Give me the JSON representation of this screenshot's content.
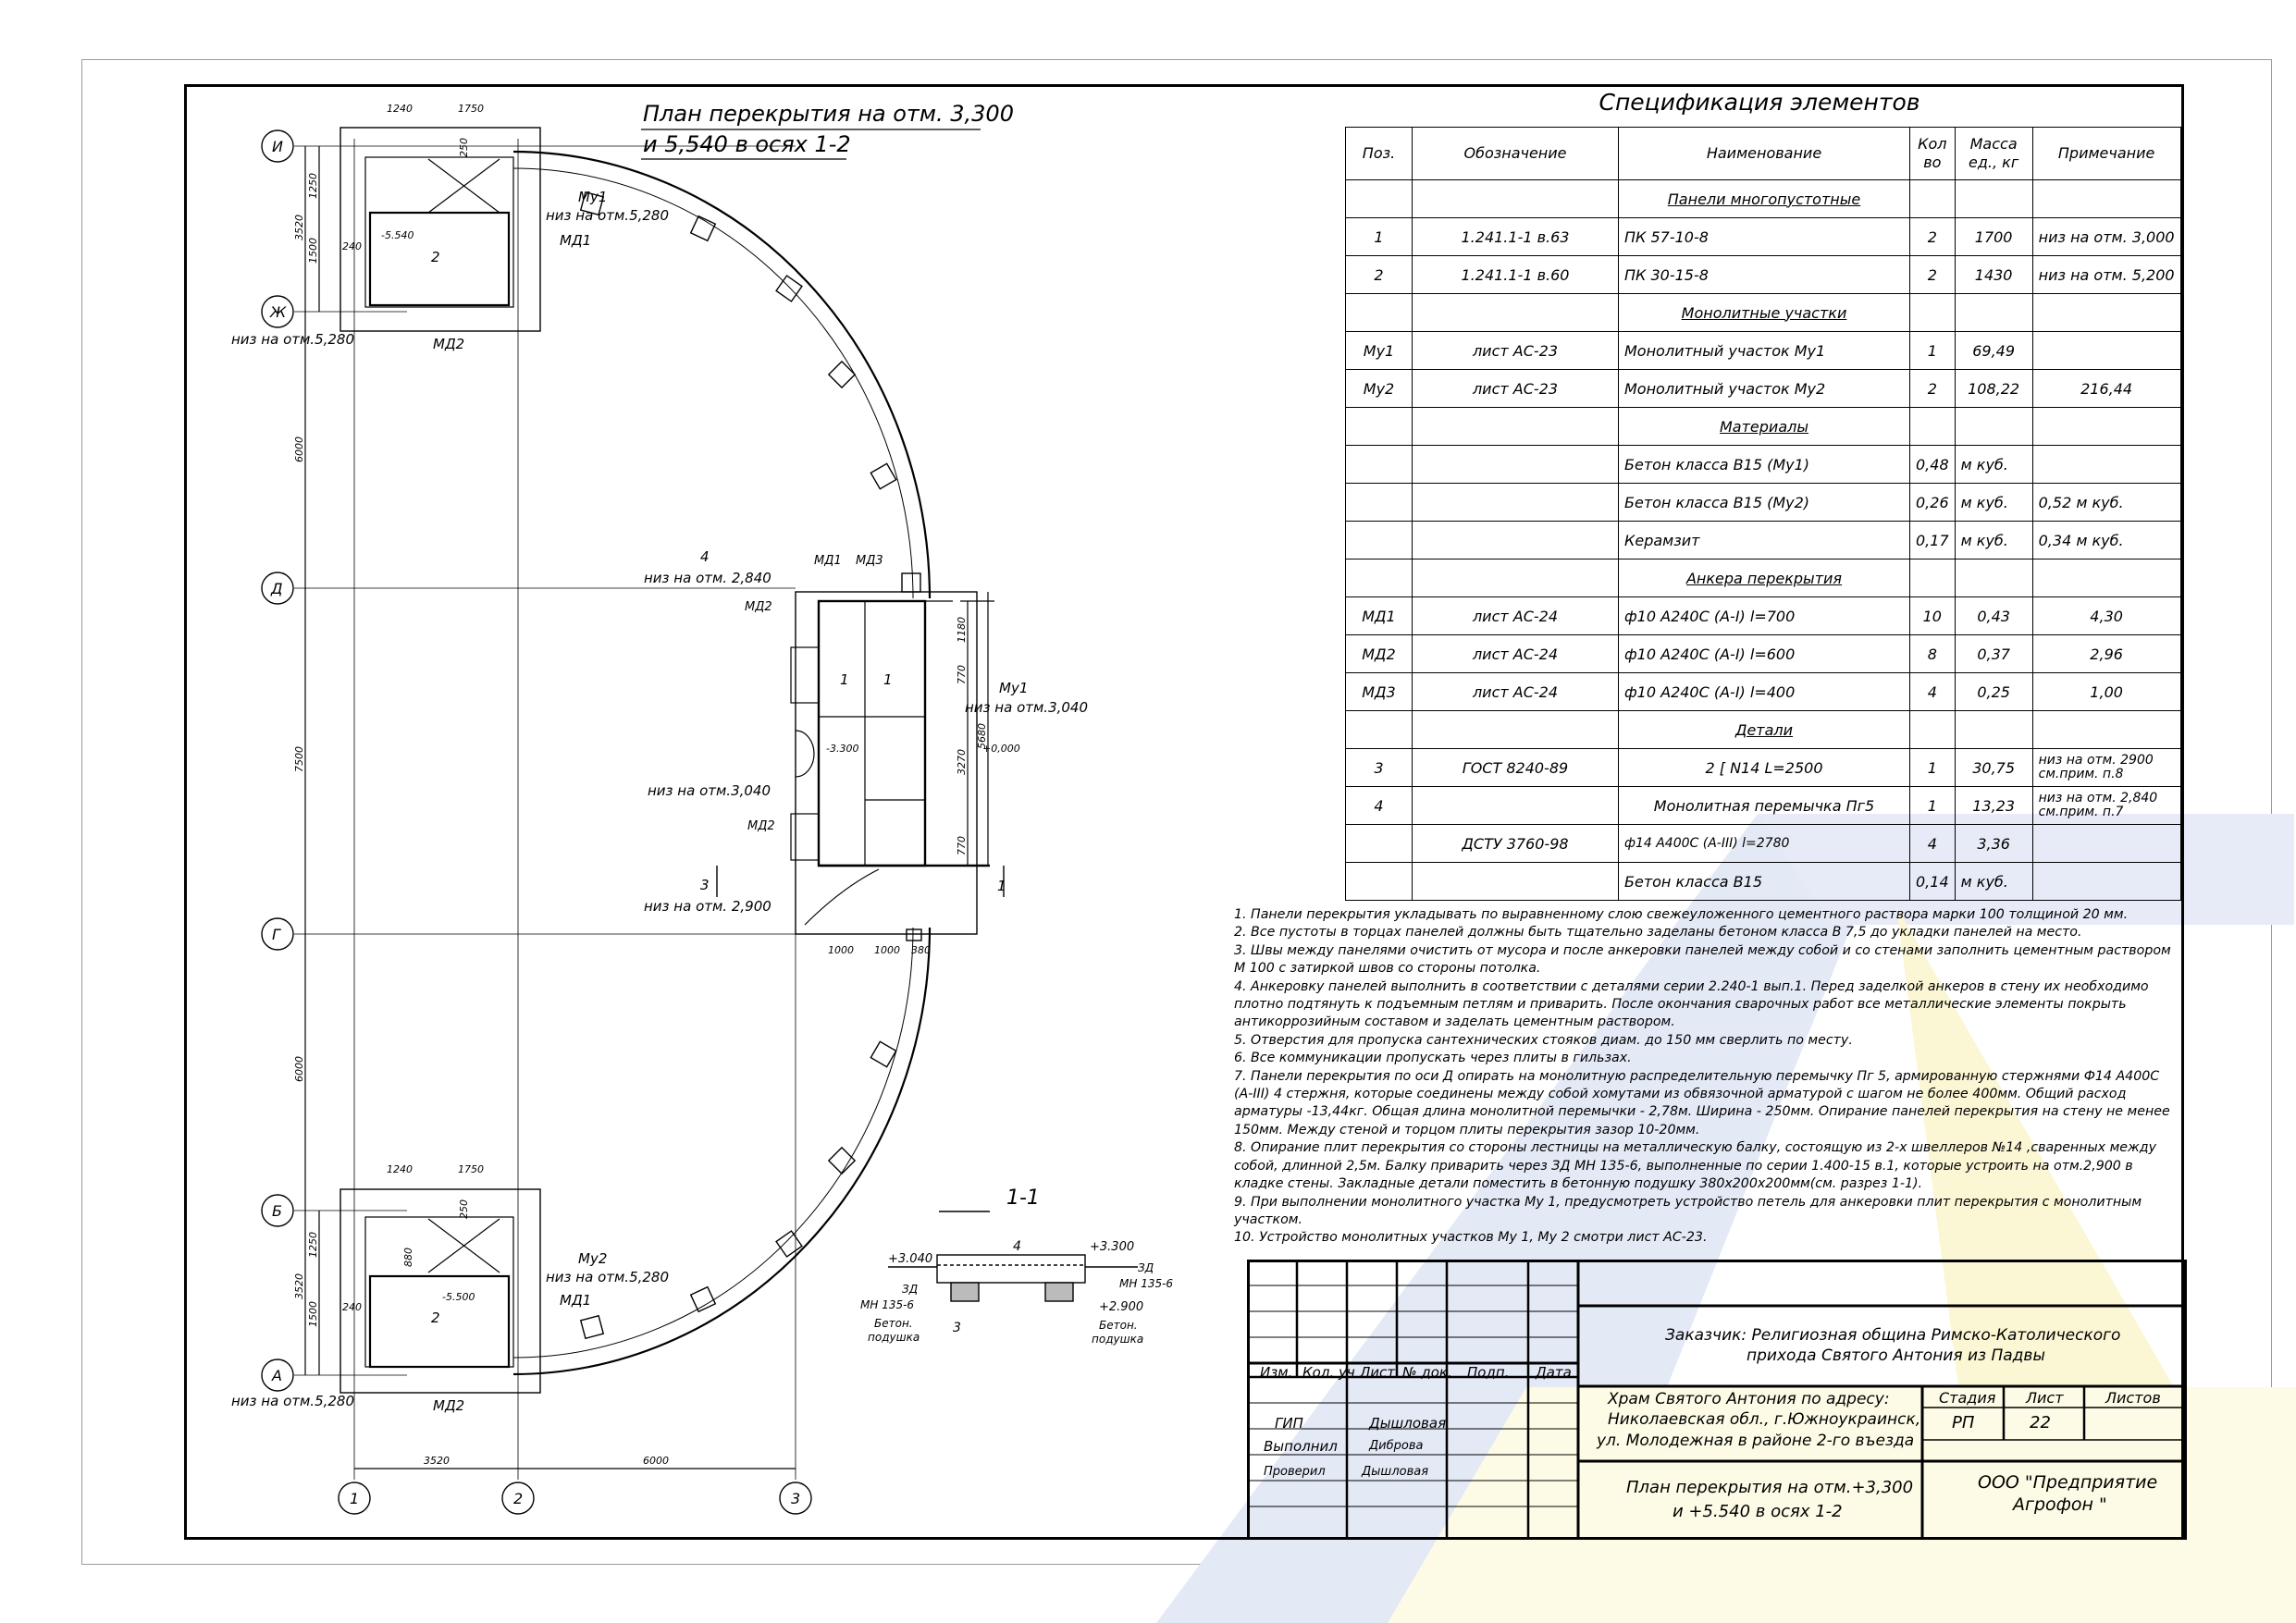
{
  "plan": {
    "title_line1": "План перекрытия на отм. 3,300",
    "title_line2": "и 5,540 в осях 1-2",
    "axes_letters": [
      "И",
      "Ж",
      "Д",
      "Г",
      "Б",
      "А"
    ],
    "axes_numbers": [
      "1",
      "2",
      "3"
    ],
    "dims_vertical": [
      "1250",
      "3520",
      "1500",
      "6000",
      "7500",
      "6000",
      "1250",
      "3520",
      "1500"
    ],
    "dims_horizontal": [
      "1240",
      "1750",
      "1240",
      "1750",
      "3520",
      "6000",
      "1000",
      "1000",
      "380",
      "240",
      "240",
      "250",
      "250",
      "1180",
      "770",
      "3270",
      "770",
      "5680",
      "880"
    ],
    "labels": {
      "mu1_top": "Му1",
      "niz_5280_a": "низ на отм.5,280",
      "md1_a": "МД1",
      "md2_a": "МД2",
      "niz_5280_b": "низ на отм.5,280",
      "mark_5540": "-5.540",
      "num_2_top": "2",
      "label_4": "4",
      "niz_2840": "низ на отм. 2,840",
      "md1_b": "МД1",
      "md3": "МД3",
      "md2_b": "МД2",
      "mu1_b": "Му1",
      "niz_3040_r": "низ на отм.3,040",
      "plus_0000": "+0,000",
      "mark_3300": "-3.300",
      "num_1_a": "1",
      "num_1_b": "1",
      "niz_3040_l": "низ на отм.3,040",
      "md2_c": "МД2",
      "label_3": "3",
      "niz_2900": "низ на отм. 2,900",
      "cut_1": "1",
      "mu2": "Му2",
      "niz_5280_c": "низ на отм.5,280",
      "md1_c": "МД1",
      "mark_5500": "-5.500",
      "num_2_bot": "2",
      "md2_d": "МД2",
      "niz_5280_d": "низ на отм.5,280"
    },
    "section": {
      "title": "1-1",
      "plus_3040": "+3.040",
      "plus_3300": "+3.300",
      "zd_left": "ЗД",
      "mn_left": "МН 135-6",
      "zd_right": "ЗД",
      "mn_right": "МН 135-6",
      "plus_2900": "+2.900",
      "beton_left_1": "Бетон.",
      "beton_left_2": "подушка",
      "beton_right_1": "Бетон.",
      "beton_right_2": "подушка",
      "num_3": "3",
      "num_4": "4"
    }
  },
  "spec": {
    "title": "Спецификация элементов",
    "headers": [
      "Поз.",
      "Обозначение",
      "Наименование",
      "Кол во",
      "Масса ед., кг",
      "Примечание"
    ],
    "rows": [
      {
        "type": "header",
        "name": "Панели многопустотные"
      },
      {
        "pos": "1",
        "code": "1.241.1-1  в.63",
        "name": "ПК 57-10-8",
        "qty": "2",
        "mass": "1700",
        "note": "низ на отм. 3,000"
      },
      {
        "pos": "2",
        "code": "1.241.1-1  в.60",
        "name": "ПК 30-15-8",
        "qty": "2",
        "mass": "1430",
        "note": "низ на отм. 5,200"
      },
      {
        "type": "header",
        "name": "Монолитные участки"
      },
      {
        "pos": "Му1",
        "code": "лист АС-23",
        "name": "Монолитный участок Му1",
        "qty": "1",
        "mass": "69,49",
        "note": ""
      },
      {
        "pos": "Му2",
        "code": "лист АС-23",
        "name": "Монолитный участок Му2",
        "qty": "2",
        "mass": "108,22",
        "note": "216,44"
      },
      {
        "type": "header",
        "name": "Материалы"
      },
      {
        "pos": "",
        "code": "",
        "name": "Бетон класса В15 (Му1)",
        "qty": "0,48",
        "mass": "м куб.",
        "note": ""
      },
      {
        "pos": "",
        "code": "",
        "name": "Бетон класса В15 (Му2)",
        "qty": "0,26",
        "mass": "м куб.",
        "note": "0,52     м куб."
      },
      {
        "pos": "",
        "code": "",
        "name": "Керамзит",
        "qty": "0,17",
        "mass": "м куб.",
        "note": "0,34     м куб."
      },
      {
        "type": "header",
        "name": "Анкера перекрытия"
      },
      {
        "pos": "МД1",
        "code": "лист АС-24",
        "name": "ф10 А240С (А-I) l=700",
        "qty": "10",
        "mass": "0,43",
        "note": "4,30"
      },
      {
        "pos": "МД2",
        "code": "лист АС-24",
        "name": "ф10 А240С (А-I) l=600",
        "qty": "8",
        "mass": "0,37",
        "note": "2,96"
      },
      {
        "pos": "МД3",
        "code": "лист АС-24",
        "name": "ф10 А240С (А-I) l=400",
        "qty": "4",
        "mass": "0,25",
        "note": "1,00"
      },
      {
        "type": "header",
        "name": "Детали"
      },
      {
        "pos": "3",
        "code": "ГОСТ 8240-89",
        "name": "2 [ N14          L=2500",
        "qty": "1",
        "mass": "30,75",
        "note": "низ на отм. 2900 см.прим. п.8"
      },
      {
        "pos": "4",
        "code": "",
        "name": "Монолитная перемычка Пг5",
        "qty": "1",
        "mass": "13,23",
        "note": "низ на отм. 2,840 см.прим. п.7"
      },
      {
        "pos": "",
        "code": "ДСТУ 3760-98",
        "name": "ф14 А400С (А-III)        l=2780",
        "qty": "4",
        "mass": "3,36",
        "note": ""
      },
      {
        "pos": "",
        "code": "",
        "name": "Бетон класса В15",
        "qty": "0,14",
        "mass": "м куб.",
        "note": ""
      }
    ]
  },
  "notes": [
    "1.  Панели перекрытия укладывать по выравненному слою свежеуложенного цементного раствора марки  100  толщиной 20 мм.",
    "2.  Все пустоты в торцах панелей должны быть тщательно заделаны бетоном класса В  7,5 до укладки панелей на место.",
    "3.  Швы между панелями очистить от мусора и после анкеровки панелей между собой и со стенами заполнить цементным раствором М 100  с затиркой швов со стороны потолка.",
    "4.  Анкеровку панелей выполнить в соответствии с деталями серии  2.240-1 вып.1.  Перед заделкой анкеров в стену их необходимо плотно подтянуть к подъемным петлям и приварить. После окончания сварочных работ все металлические элементы покрыть антикоррозийным составом и заделать цементным раствором.",
    "5.  Отверстия для пропуска сантехнических стояков диам. до  150  мм сверлить по месту.",
    "6.  Все коммуникации пропускать через плиты в гильзах.",
    "7.  Панели перекрытия по оси Д опирать на монолитную распределительную перемычку Пг 5,  армированную стержнями Ф14  А400С (А-III) 4 стержня, которые соединены между собой хомутами из обвязочной арматурой с шагом не более 400мм. Общий расход арматуры -13,44кг. Общая длина монолитной перемычки - 2,78м. Ширина - 250мм. Опирание панелей перекрытия на стену не менее 150мм. Между стеной и торцом плиты перекрытия зазор 10-20мм.",
    "8.  Опирание плит перекрытия со стороны лестницы на металлическую балку, состоящую из 2-х швеллеров №14 ,сваренных между собой, длинной 2,5м. Балку приварить через ЗД МН 135-6, выполненные по серии 1.400-15 в.1, которые устроить на отм.2,900 в кладке стены. Закладные детали поместить в бетонную подушку 380х200х200мм(см. разрез 1-1).",
    "9.  При выполнении монолитного участка Му 1,  предусмотреть устройство петель для анкеровки плит перекрытия с монолитным участком.",
    "10.  Устройство монолитных участков Му 1,  Му 2  смотри лист  АС-23."
  ],
  "stamp": {
    "col_headers": [
      "Изм.",
      "Кол. уч",
      "Лист",
      "№ док.",
      "Подп.",
      "Дата"
    ],
    "roles": [
      {
        "role": "ГИП",
        "name": "Дышловая"
      },
      {
        "role": "Выполнил",
        "name": "Диброва"
      },
      {
        "role": "Проверил",
        "name": "Дышловая"
      }
    ],
    "customer_line1": "Заказчик: Религиозная община Римско-Католического",
    "customer_line2": "прихода Святого Антония из Падвы",
    "object_line1": "Храм Святого Антония по адресу:",
    "object_line2": "Николаевская обл., г.Южноукраинск,",
    "object_line3": "ул. Молодежная в районе 2-го въезда",
    "stage_h": "Стадия",
    "sheet_h": "Лист",
    "sheets_h": "Листов",
    "stage_v": "РП",
    "sheet_v": "22",
    "sheets_v": "",
    "drawing_line1": "План перекрытия на отм.+3,300",
    "drawing_line2": "и +5.540  в осях  1-2",
    "org_line1": "ООО  \"Предприятие",
    "org_line2": "Агрофон \""
  },
  "colors": {
    "line": "#000000",
    "watermark_blue": "#bcc9ec",
    "watermark_yellow": "#f6f0a2"
  }
}
